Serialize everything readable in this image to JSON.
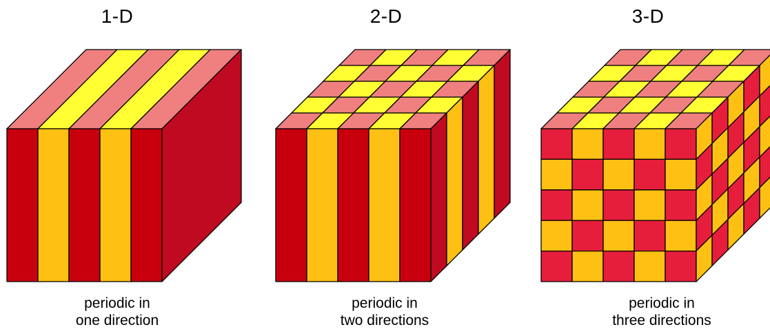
{
  "panels": [
    {
      "title": "1-D",
      "caption_line1": "periodic in",
      "caption_line2": "one direction"
    },
    {
      "title": "2-D",
      "caption_line1": "periodic in",
      "caption_line2": "two directions"
    },
    {
      "title": "3-D",
      "caption_line1": "periodic in",
      "caption_line2": "three directions"
    }
  ],
  "colors": {
    "red_front": "#c8000e",
    "yellow_front": "#ffc014",
    "pink_top": "#f08080",
    "yellow_top": "#ffff33",
    "red_side": "#c00a22",
    "crimson_3d": "#e61e3c",
    "outline": "#000000"
  }
}
